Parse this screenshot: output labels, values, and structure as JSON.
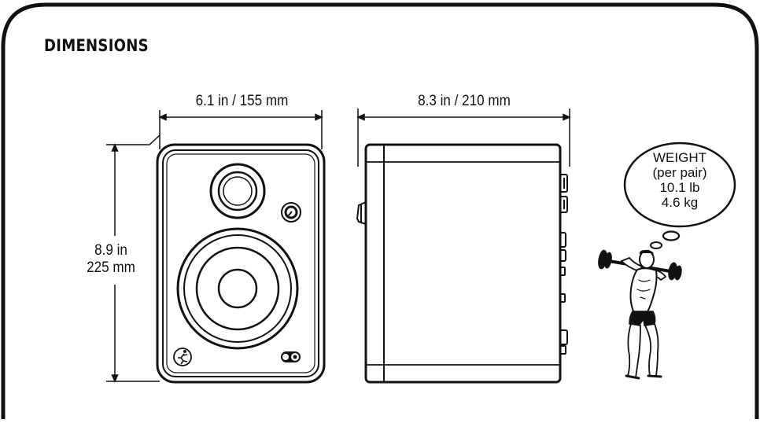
{
  "title": "DIMENSIONS",
  "dimensions": {
    "width": "6.1 in / 155 mm",
    "depth": "8.3 in / 210 mm",
    "height_in": "8.9 in",
    "height_mm": "225 mm"
  },
  "weight": {
    "label": "WEIGHT",
    "qualifier": "(per pair)",
    "lb": "10.1 lb",
    "kg": "4.6 kg"
  },
  "icons": {
    "front": "speaker-front-view",
    "side": "speaker-side-view",
    "logo": "running-man-logo-icon",
    "headphone": "headphone-jack-icon",
    "strongman": "strongman-barbell-illustration"
  }
}
